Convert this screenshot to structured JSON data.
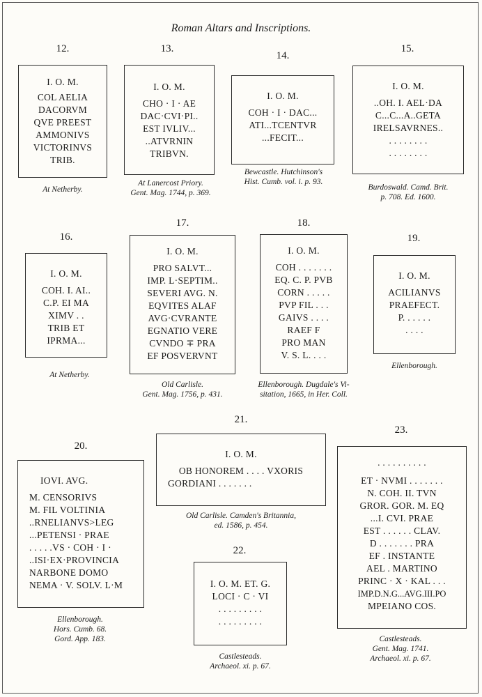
{
  "title": "Roman Altars and Inscriptions.",
  "altars": [
    {
      "num": "12.",
      "lines": [
        "I. O. M.",
        "COL AELIA",
        "DACORVM",
        "QVE PREEST",
        "AMMONIVS",
        "VICTORINVS",
        "TRIB."
      ],
      "caption": [
        "At Netherby."
      ]
    },
    {
      "num": "13.",
      "lines": [
        "I. O. M.",
        "CHO · I · AE",
        "DAC·CVI·PI..",
        "EST IVLIV...",
        "..ATVRNIN",
        "TRIBVN."
      ],
      "caption": [
        "At Lanercost Priory.",
        "Gent. Mag. 1744, p. 369."
      ]
    },
    {
      "num": "14.",
      "lines": [
        "I. O. M.",
        "COH · I · DAC...",
        "ATI...TCENTVR",
        "...FECIT..."
      ],
      "caption": [
        "Bewcastle.  Hutchinson's",
        "Hist. Cumb. vol. i. p. 93."
      ]
    },
    {
      "num": "15.",
      "lines": [
        "I. O. M.",
        "..OH. I. AEL·DA",
        "C...C...A..GETA",
        "IRELSAVRNES..",
        ". . . . . . . .",
        ". . . . . . . ."
      ],
      "caption": [
        "Burdoswald.    Camd. Brit.",
        "p. 708.   Ed. 1600."
      ]
    },
    {
      "num": "16.",
      "lines": [
        "I. O. M.",
        "COH. I. AI..",
        "C.P. EI MA",
        "XIMV . .",
        "TRIB ET",
        "IPRMA..."
      ],
      "caption": [
        "At Netherby."
      ]
    },
    {
      "num": "17.",
      "lines": [
        "I. O. M.",
        "PRO SALVT...",
        "IMP. L·SEPTIM..",
        "SEVERI AVG. N.",
        "EQVITES ALAF",
        "AVG·CVRANTE",
        "EGNATIO VERE",
        "CVNDO ∓ PRA",
        "EF POSVERVNT"
      ],
      "caption": [
        "Old Carlisle.",
        "Gent. Mag. 1756, p. 431."
      ]
    },
    {
      "num": "18.",
      "lines": [
        "I. O. M.",
        "COH . . . . . . .",
        "EQ. C. P. PVB",
        "CORN . . . . .",
        "PVP FIL . . .",
        "GAIVS . . . .",
        "RAEF  F",
        "PRO  MAN",
        "V. S. L. . . ."
      ],
      "caption": [
        "Ellenborough. Dugdale's Vi-",
        "sitation, 1665, in Her. Coll."
      ]
    },
    {
      "num": "19.",
      "lines": [
        "I. O. M.",
        "ACILIANVS",
        "PRAEFECT.",
        "P. . . . . .",
        ". . . ."
      ],
      "caption": [
        "Ellenborough."
      ]
    },
    {
      "num": "20.",
      "lines": [
        "IOVI. AVG.",
        "M. CENSORIVS",
        "M. FIL VOLTINIA",
        "..RNELIANVS>LEG",
        "...PETENSI · PRAE",
        ". . . . .VS · COH · I ·",
        "..ISI·EX·PROVINCIA",
        "NARBONE DOMO",
        "NEMA · V. SOLV. L·M"
      ],
      "caption": [
        "Ellenborough.",
        "Hors. Cumb. 68.",
        "Gord. App. 183."
      ]
    },
    {
      "num": "21.",
      "lines": [
        "I. O. M.",
        "OB HONOREM . . . .  VXORIS",
        "GORDIANI . . . . . . ."
      ],
      "caption": [
        "Old Carlisle.  Camden's Britannia,",
        "ed. 1586, p. 454."
      ]
    },
    {
      "num": "22.",
      "lines": [
        "I. O. M. ET. G.",
        "LOCI · C · VI",
        ". . . . . . . . .",
        ". . . . . . . . ."
      ],
      "caption": [
        "Castlesteads.",
        "Archaeol. xi. p. 67."
      ]
    },
    {
      "num": "23.",
      "lines": [
        ". . . . . . . . . .",
        "ET · NVMI . . . . . . .",
        "N. COH. II. TVN",
        "GROR. GOR. M. EQ",
        "...I. CVI. PRAE",
        "EST . . . . . .  CLAV.",
        "D . . . . . . .  PRA",
        "EF . INSTANTE",
        "AEL . MARTINO",
        "PRINC · X · KAL . . .",
        "IMP.D.N.G...AVG.III.PO",
        "MPEIANO COS."
      ],
      "caption": [
        "Castlesteads.",
        "Gent. Mag. 1741.",
        "Archaeol. xi. p. 67."
      ]
    }
  ]
}
